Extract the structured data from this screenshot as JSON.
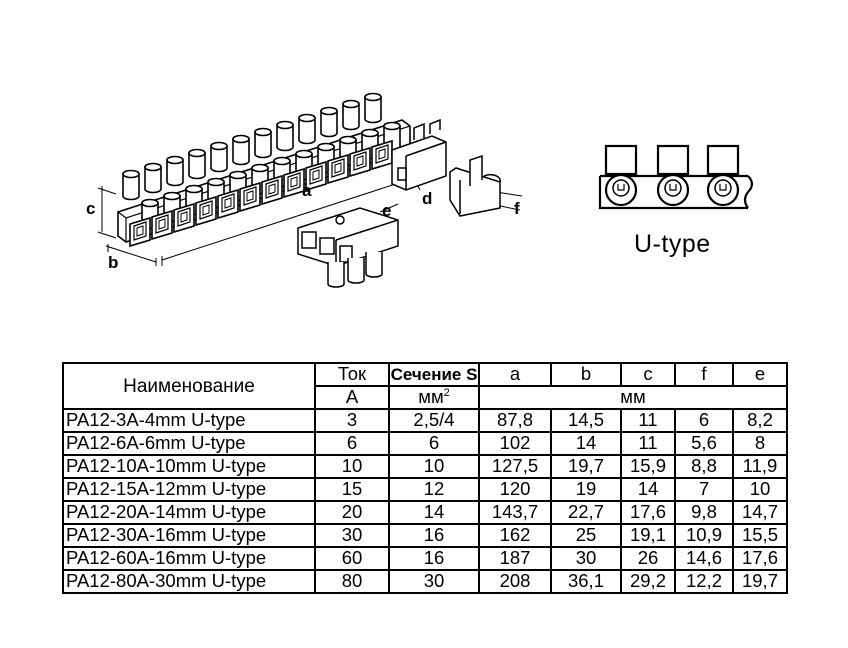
{
  "diagram": {
    "dim_labels": {
      "a": "a",
      "b": "b",
      "c": "c",
      "d": "d",
      "e": "e",
      "f": "f"
    },
    "utype_label": "U-type"
  },
  "table": {
    "header": {
      "name": "Наименование",
      "current": "Ток",
      "section": "Сечение S",
      "a": "a",
      "b": "b",
      "c": "c",
      "f": "f",
      "e": "e",
      "current_unit": "A",
      "section_unit": "мм",
      "section_unit_sup": "2",
      "dims_unit": "мм"
    },
    "rows": [
      {
        "name": "PA12-3A-4mm U-type",
        "current": "3",
        "section": "2,5/4",
        "a": "87,8",
        "b": "14,5",
        "c": "11",
        "f": "6",
        "e": "8,2"
      },
      {
        "name": "PA12-6A-6mm U-type",
        "current": "6",
        "section": "6",
        "a": "102",
        "b": "14",
        "c": "11",
        "f": "5,6",
        "e": "8"
      },
      {
        "name": "PA12-10A-10mm U-type",
        "current": "10",
        "section": "10",
        "a": "127,5",
        "b": "19,7",
        "c": "15,9",
        "f": "8,8",
        "e": "11,9"
      },
      {
        "name": "PA12-15A-12mm U-type",
        "current": "15",
        "section": "12",
        "a": "120",
        "b": "19",
        "c": "14",
        "f": "7",
        "e": "10"
      },
      {
        "name": "PA12-20A-14mm U-type",
        "current": "20",
        "section": "14",
        "a": "143,7",
        "b": "22,7",
        "c": "17,6",
        "f": "9,8",
        "e": "14,7"
      },
      {
        "name": "PA12-30A-16mm U-type",
        "current": "30",
        "section": "16",
        "a": "162",
        "b": "25",
        "c": "19,1",
        "f": "10,9",
        "e": "15,5"
      },
      {
        "name": "PA12-60A-16mm U-type",
        "current": "60",
        "section": "16",
        "a": "187",
        "b": "30",
        "c": "26",
        "f": "14,6",
        "e": "17,6"
      },
      {
        "name": "PA12-80A-30mm U-type",
        "current": "80",
        "section": "30",
        "a": "208",
        "b": "36,1",
        "c": "29,2",
        "f": "12,2",
        "e": "19,7"
      }
    ]
  }
}
